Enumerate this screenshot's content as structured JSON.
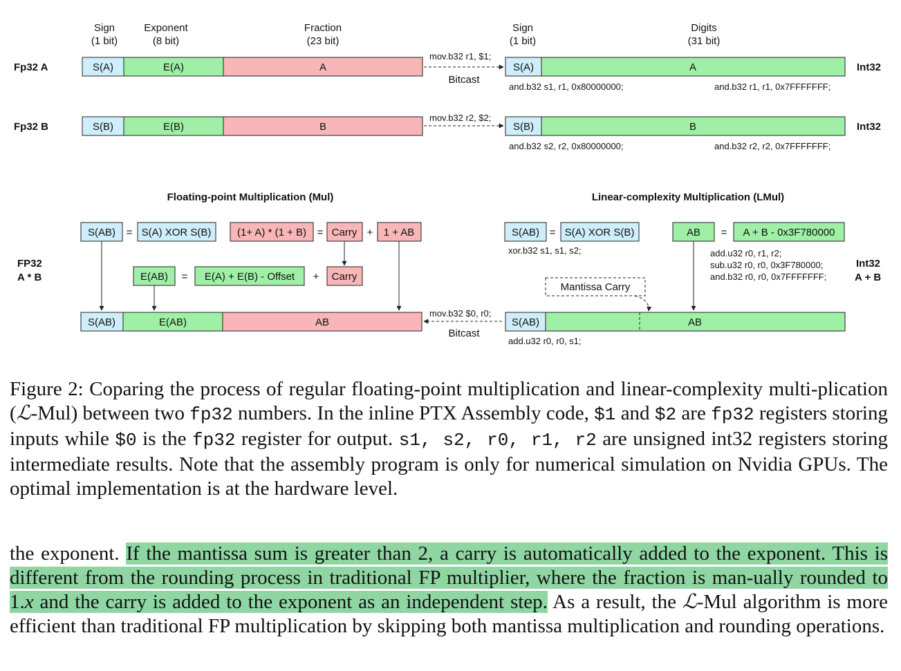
{
  "colors": {
    "sign": "#cdeefa",
    "exponent": "#9ff0a6",
    "fraction": "#f8b6b8",
    "digits": "#9ff0a6",
    "highlight": "#8fd6a3",
    "stroke": "#222222"
  },
  "figure": {
    "headers_fp": {
      "sign": [
        "Sign",
        "(1 bit)"
      ],
      "exponent": [
        "Exponent",
        "(8 bit)"
      ],
      "fraction": [
        "Fraction",
        "(23 bit)"
      ]
    },
    "headers_int": {
      "sign": [
        "Sign",
        "(1 bit)"
      ],
      "digits": [
        "Digits",
        "(31 bit)"
      ]
    },
    "row_a": {
      "label": "Fp32 A",
      "sign": "S(A)",
      "exp": "E(A)",
      "frac": "A",
      "mov": "mov.b32 r1, $1;",
      "bitcast": "Bitcast",
      "int_sign": "S(A)",
      "int_digits": "A",
      "int_label": "Int32",
      "and_sign": "and.b32 s1, r1, 0x80000000;",
      "and_digits": "and.b32 r1, r1, 0x7FFFFFFF;"
    },
    "row_b": {
      "label": "Fp32 B",
      "sign": "S(B)",
      "exp": "E(B)",
      "frac": "B",
      "mov": "mov.b32 r2, $2;",
      "int_sign": "S(B)",
      "int_digits": "B",
      "int_label": "Int32",
      "and_sign": "and.b32 s2, r2, 0x80000000;",
      "and_digits": "and.b32 r2, r2, 0x7FFFFFFF;"
    },
    "mul": {
      "title": "Floating-point Multiplication (Mul)",
      "side_label_1": "FP32",
      "side_label_2": "A * B",
      "sab": "S(AB)",
      "eq": "=",
      "xor": "S(A) XOR S(B)",
      "prod": "(1+ A) * (1 + B)",
      "carry": "Carry",
      "plus": "+",
      "one_ab": "1 + AB",
      "eab": "E(AB)",
      "exp_sum": "E(A) + E(B) - Offset",
      "carry2": "Carry",
      "res_sign": "S(AB)",
      "res_exp": "E(AB)",
      "res_frac": "AB"
    },
    "lmul": {
      "title": "Linear-complexity Multiplication (LMul)",
      "side_label_1": "Int32",
      "side_label_2": "A + B",
      "sab": "S(AB)",
      "eq": "=",
      "xor": "S(A) XOR S(B)",
      "xor_code": "xor.b32 s1, s1, s2;",
      "ab": "AB",
      "ab_eq": "A + B - 0x3F780000",
      "code": [
        "add.u32 r0, r1, r2;",
        "sub.u32 r0, r0, 0x3F780000;",
        "and.b32 r0, r0, 0x7FFFFFFF;"
      ],
      "mantissa_carry": "Mantissa Carry",
      "res_sign": "S(AB)",
      "res_digits": "AB",
      "add_code": "add.u32 r0, r0, s1;",
      "mov_out": "mov.b32 $0, r0;",
      "bitcast": "Bitcast"
    }
  },
  "caption": {
    "p1": "Figure 2: Coparing the process of regular floating-point multiplication and linear-complexity multi-plication (",
    "lmul": "ℒ",
    "p2": "-Mul) between two ",
    "c1": "fp32",
    "p3": " numbers. In the inline PTX Assembly code, ",
    "c2": "$1",
    "p4": " and ",
    "c3": "$2",
    "p5": " are ",
    "c4": "fp32",
    "p6": " registers storing inputs while ",
    "c5": "$0",
    "p7": " is the ",
    "c6": "fp32",
    "p8": " register for output. ",
    "c7": "s1, s2, r0, r1, r2",
    "p9": " are unsigned int32 registers storing intermediate results. Note that the assembly program is only for numerical simulation on Nvidia GPUs. The optimal implementation is at the hardware level."
  },
  "body": {
    "t1": "the exponent. ",
    "h1": "If the mantissa sum is greater than 2, a carry is automatically added to the exponent. This is different from the rounding process in traditional FP multiplier, where the fraction is man-ually rounded to 1.",
    "hx": "x",
    "h2": " and the carry is added to the exponent as an independent step.",
    "t2": " As a result, the ",
    "lmul": "ℒ",
    "t3": "-Mul algorithm is more efficient than traditional FP multiplication by skipping both mantissa multiplication and rounding operations."
  }
}
